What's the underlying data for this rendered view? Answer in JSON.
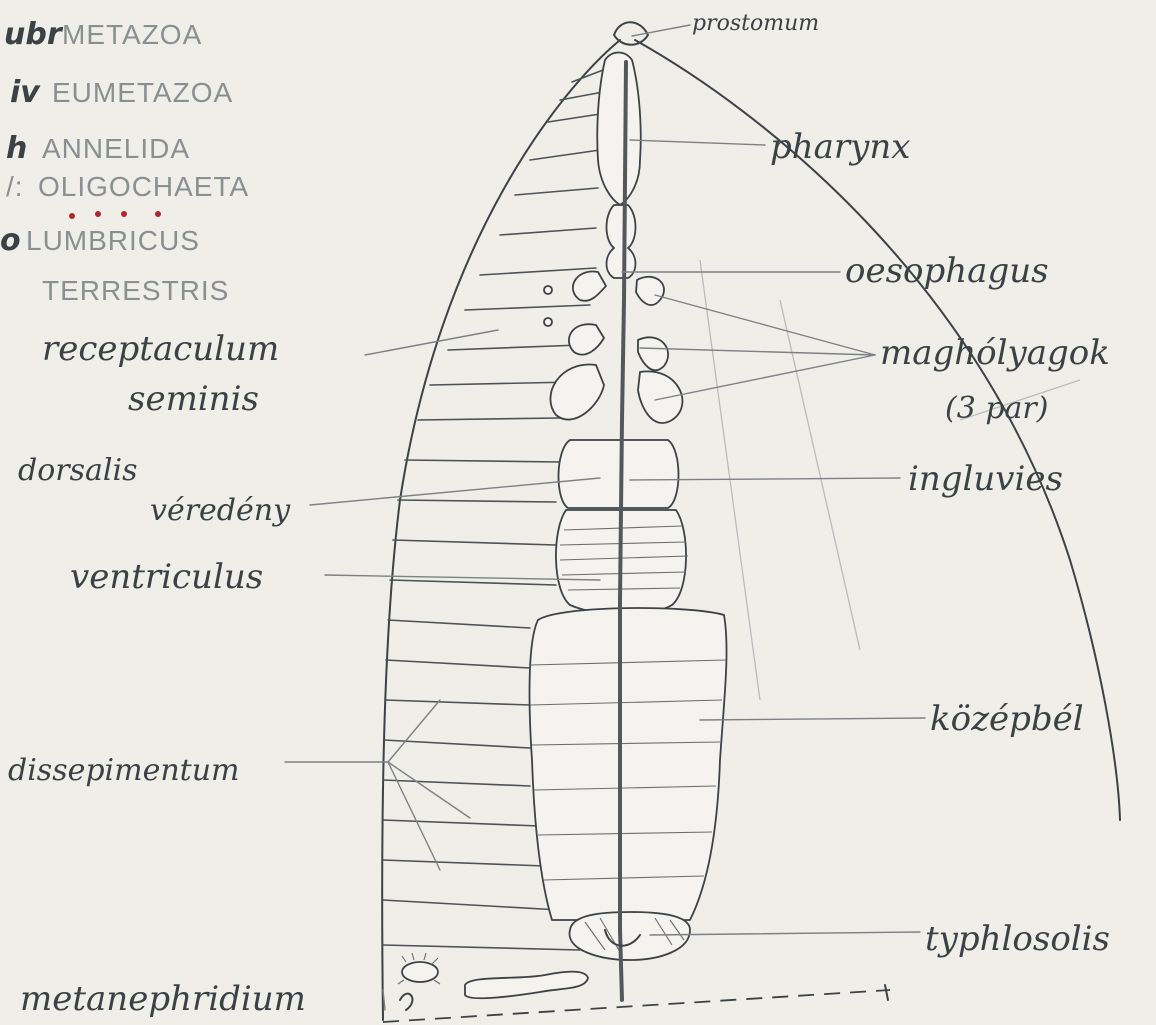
{
  "taxonomy": [
    {
      "key": "ubr",
      "value": "METAZOA"
    },
    {
      "key": "iv",
      "value": "EUMETAZOA"
    },
    {
      "key": "h",
      "value": "ANNELIDA"
    },
    {
      "key": "",
      "value": "OLIGOCHAETA"
    },
    {
      "key": "o",
      "value": "LUMBRICUS"
    },
    {
      "key": "",
      "value": "TERRESTRIS"
    }
  ],
  "labels": {
    "prostomium": "prostomum",
    "pharynx": "pharynx",
    "oesophagus": "oesophagus",
    "maghólyagok": "maghólyagok",
    "par": "(3 par)",
    "ingluvies": "ingluvies",
    "receptaculum_1": "receptaculum",
    "receptaculum_2": "seminis",
    "dorsalis": "dorsalis",
    "veredeny": "véredény",
    "ventriculus": "ventriculus",
    "kozepbel": "középbél",
    "dissepimentum": "dissepimentum",
    "typhlosolis": "typhlosolis",
    "metanephridium": "metanephridium"
  },
  "colors": {
    "ink": "#3d4246",
    "pencil": "#8a8f92",
    "red_marks": "#b3262d",
    "paper": "#efeee9"
  }
}
